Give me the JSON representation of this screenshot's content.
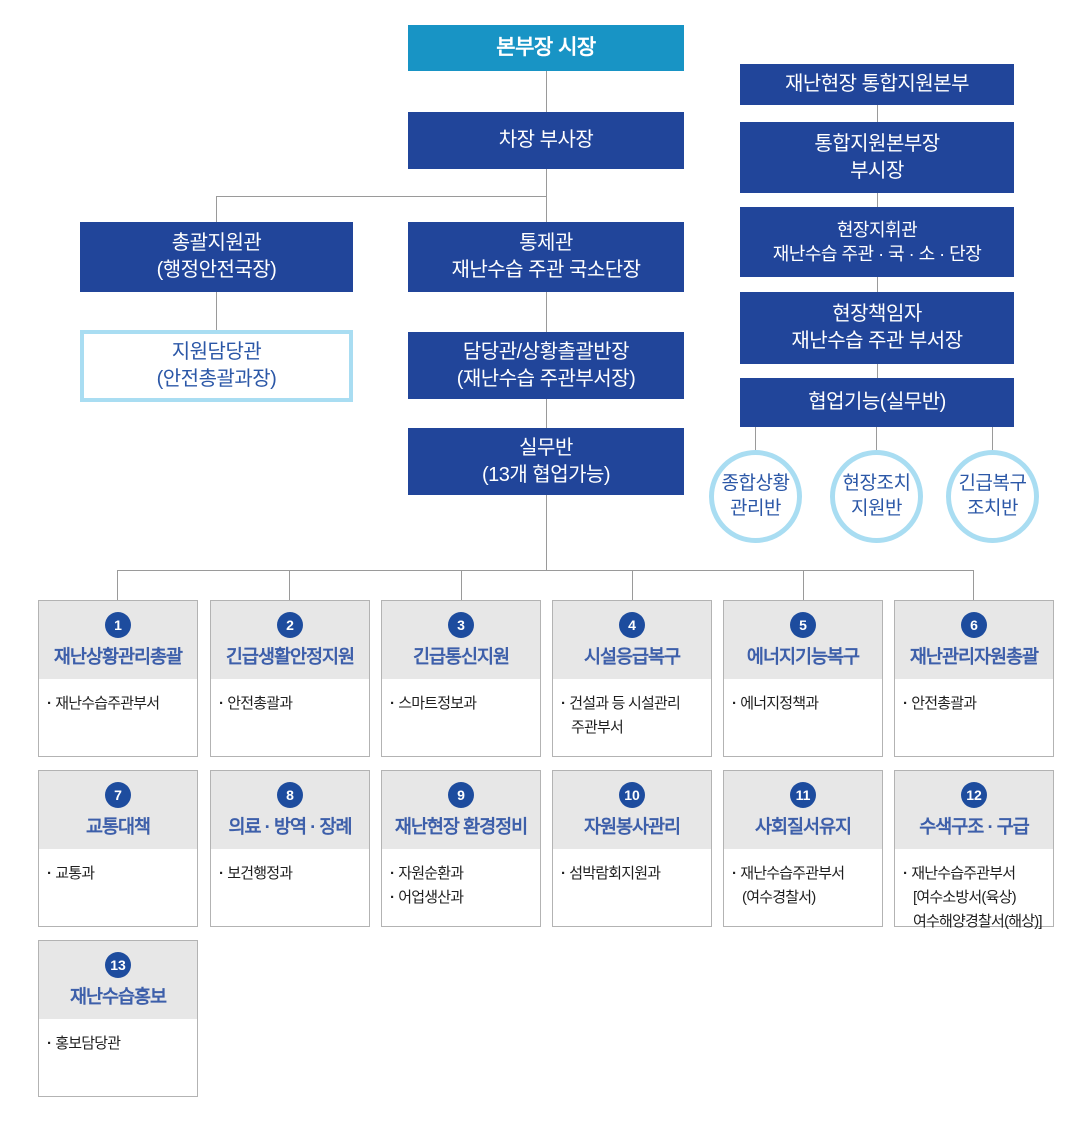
{
  "bullet": "·",
  "colors": {
    "cyan": "#1894c5",
    "navy": "#21459a",
    "light_blue_border": "#a9ddf2",
    "number_circle": "#1d4c9e",
    "title_blue": "#3d5faa",
    "header_gray": "#e7e7e7",
    "connector_gray": "#9a9a9a"
  },
  "org": {
    "head": "본부장 시장",
    "deputy": "차장 부사장",
    "support": {
      "l1": "총괄지원관",
      "l2": "(행정안전국장)"
    },
    "support_officer": {
      "l1": "지원담당관",
      "l2": "(안전총괄과장)"
    },
    "controller": {
      "l1": "통제관",
      "l2": "재난수습 주관 국소단장"
    },
    "situation_chief": {
      "l1": "담당관/상황촐괄반장",
      "l2": "(재난수습 주관부서장)"
    },
    "working_group": {
      "l1": "실무반",
      "l2": "(13개 협업가능)"
    }
  },
  "field": {
    "hq": "재난현장 통합지원본부",
    "hq_chief": {
      "l1": "통합지원본부장",
      "l2": "부시장"
    },
    "commander": {
      "l1": "현장지휘관",
      "l2": "재난수습 주관 · 국 · 소 · 단장"
    },
    "manager": {
      "l1": "현장책임자",
      "l2": "재난수습 주관 부서장"
    },
    "coop": "협업기능(실무반)",
    "circles": [
      {
        "l1": "종합상황",
        "l2": "관리반"
      },
      {
        "l1": "현장조치",
        "l2": "지원반"
      },
      {
        "l1": "긴급복구",
        "l2": "조치반"
      }
    ]
  },
  "grid": [
    {
      "num": "1",
      "title": "재난상황관리총괄",
      "items": [
        [
          "재난수습주관부서"
        ]
      ]
    },
    {
      "num": "2",
      "title": "긴급생활안정지원",
      "items": [
        [
          "안전총괄과"
        ]
      ]
    },
    {
      "num": "3",
      "title": "긴급통신지원",
      "items": [
        [
          "스마트정보과"
        ]
      ]
    },
    {
      "num": "4",
      "title": "시설응급복구",
      "items": [
        [
          "건설과 등 시설관리",
          "주관부서"
        ]
      ]
    },
    {
      "num": "5",
      "title": "에너지기능복구",
      "items": [
        [
          "에너지정책과"
        ]
      ]
    },
    {
      "num": "6",
      "title": "재난관리자원총괄",
      "items": [
        [
          "안전총괄과"
        ]
      ]
    },
    {
      "num": "7",
      "title": "교통대책",
      "items": [
        [
          "교통과"
        ]
      ]
    },
    {
      "num": "8",
      "title": "의료 · 방역 · 장례",
      "items": [
        [
          "보건행정과"
        ]
      ]
    },
    {
      "num": "9",
      "title": "재난현장 환경정비",
      "items": [
        [
          "자원순환과"
        ],
        [
          "어업생산과"
        ]
      ]
    },
    {
      "num": "10",
      "title": "자원봉사관리",
      "items": [
        [
          "섬박람회지원과"
        ]
      ]
    },
    {
      "num": "11",
      "title": "사회질서유지",
      "items": [
        [
          "재난수습주관부서",
          "(여수경찰서)"
        ]
      ]
    },
    {
      "num": "12",
      "title": "수색구조 · 구급",
      "items": [
        [
          "재난수습주관부서",
          "[여수소방서(육상)",
          "여수해양경찰서(해상)]"
        ]
      ]
    },
    {
      "num": "13",
      "title": "재난수습홍보",
      "items": [
        [
          "홍보담당관"
        ]
      ]
    }
  ]
}
